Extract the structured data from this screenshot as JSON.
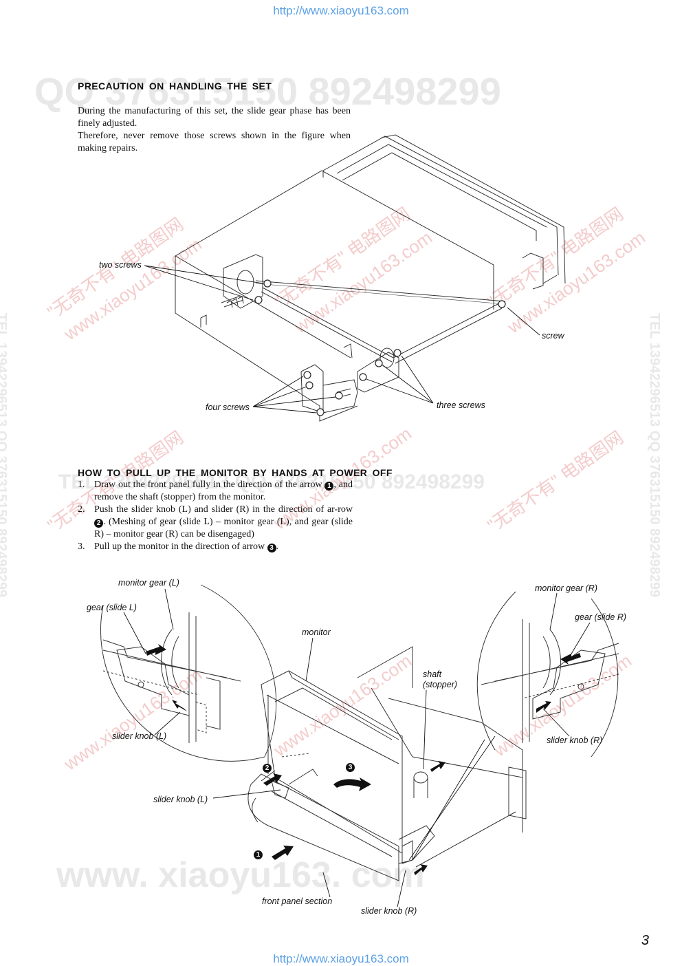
{
  "header_url": "http://www.xiaoyu163.com",
  "footer_url": "http://www.xiaoyu163.com",
  "watermarks": {
    "top_qq": "QQ 376315150   892498299",
    "middle_qq": "TEL 13942296513  QQ 376315150  892498299",
    "side_tel": "TEL 13942296513  QQ 376315150  892498299",
    "bottom_site": "www. xiaoyu163. com",
    "diag_1": "\"无奇不有\" 电路图网",
    "diag_2": "www.xiaoyu163.com"
  },
  "section1": {
    "title": "PRECAUTION  ON  HANDLING  THE  SET",
    "paragraph_1": "During the manufacturing of this set, the slide gear phase has been finely adjusted.",
    "paragraph_2": "Therefore, never remove those screws shown in the figure when making repairs."
  },
  "figure1_labels": {
    "two_screws": "two screws",
    "screw": "screw",
    "four_screws": "four screws",
    "three_screws": "three screws"
  },
  "section2": {
    "title": "HOW  TO  PULL  UP  THE  MONITOR  BY  HANDS  AT  POWER  OFF",
    "steps": [
      {
        "num": "1.",
        "text_a": "Draw out the front panel fully in the direction of the arrow ",
        "marker": "1",
        "text_b": ", and remove the shaft (stopper) from the monitor."
      },
      {
        "num": "2.",
        "text_a": "Push the slider knob (L) and slider (R) in the direction of ar-row ",
        "marker": "2",
        "text_b": ". (Meshing of gear (slide L) – monitor gear (L), and gear (slide R) – monitor gear (R) can be disengaged)"
      },
      {
        "num": "3.",
        "text_a": "Pull up the monitor in the direction of arrow ",
        "marker": "3",
        "text_b": "."
      }
    ]
  },
  "figure2_labels": {
    "monitor_gear_l": "monitor gear (L)",
    "gear_slide_l": "gear (slide L)",
    "monitor": "monitor",
    "shaft_stopper_1": "shaft",
    "shaft_stopper_2": "(stopper)",
    "monitor_gear_r": "monitor gear (R)",
    "gear_slide_r": "gear (slide R)",
    "slider_knob_l_inset": "slider knob (L)",
    "slider_knob_r_inset": "slider knob (R)",
    "slider_knob_l": "slider knob (L)",
    "front_panel_section": "front panel section",
    "slider_knob_r": "slider knob (R)",
    "marker_1": "1",
    "marker_2": "2",
    "marker_3": "3"
  },
  "page_number": "3"
}
